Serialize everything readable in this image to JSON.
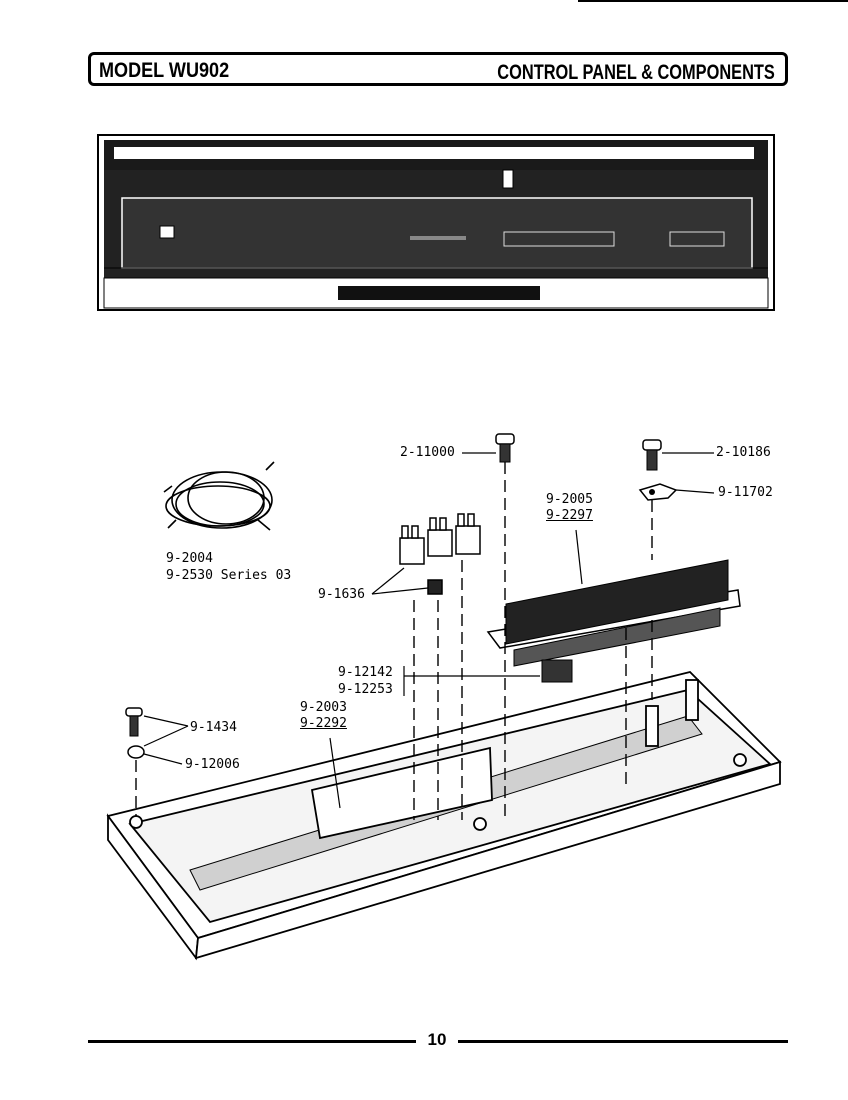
{
  "header": {
    "model": "MODEL WU902",
    "section": "CONTROL PANEL & COMPONENTS"
  },
  "labels": {
    "screw_top": "2-11000",
    "screw_right": "2-10186",
    "bracket": "9-11702",
    "board_a": "9-2005",
    "board_b": "9-2297",
    "harness_a": "9-2004",
    "harness_b": "9-2530 Series 03",
    "relay": "9-1636",
    "connector_a": "9-12142",
    "connector_b": "9-12253",
    "switch_a": "9-2003",
    "switch_b": "9-2292",
    "screw_left": "9-1434",
    "washer": "9-12006"
  },
  "footer": {
    "page": "10"
  }
}
